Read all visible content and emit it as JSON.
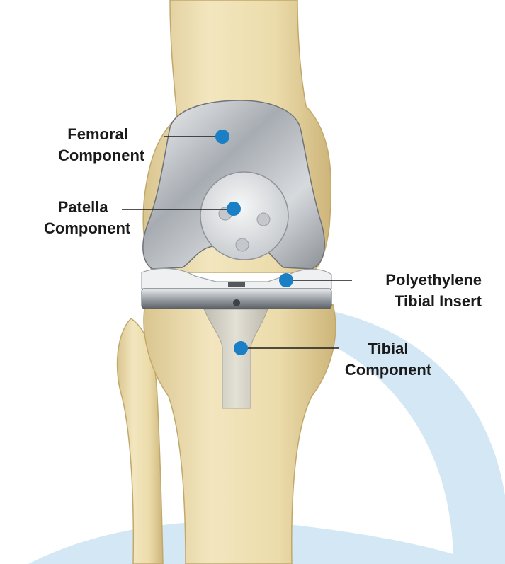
{
  "labels": {
    "femoral": {
      "line1": "Femoral",
      "line2": "Component"
    },
    "patella": {
      "line1": "Patella",
      "line2": "Component"
    },
    "insert": {
      "line1": "Polyethylene",
      "line2": "Tibial Insert"
    },
    "tibial": {
      "line1": "Tibial",
      "line2": "Component"
    }
  },
  "colors": {
    "marker": "#1a7fc4",
    "bone": "#ead9a6",
    "metal": "#b9bdc2",
    "arc": "#d3e8f4"
  }
}
